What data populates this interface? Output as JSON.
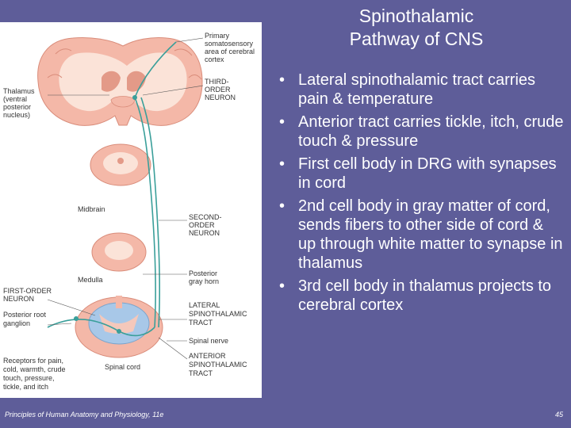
{
  "slide": {
    "title_line1": "Spinothalamic",
    "title_line2": "Pathway of CNS",
    "bullets": [
      "Lateral spinothalamic tract carries pain & temperature",
      "Anterior tract carries tickle, itch, crude touch & pressure",
      "First cell body in DRG with synapses in cord",
      "2nd cell body in gray matter of cord, sends fibers to other side of cord & up through white matter to synapse in thalamus",
      "3rd cell body in thalamus projects to cerebral cortex"
    ],
    "bullet_glyph": "•",
    "footer_left": "Principles of Human Anatomy and Physiology, 11e",
    "footer_right": "45"
  },
  "figure": {
    "labels": {
      "primary_1": "Primary",
      "primary_2": "somatosensory",
      "primary_3": "area of cerebral",
      "primary_4": "cortex",
      "thalamus_1": "Thalamus",
      "thalamus_2": "(ventral",
      "thalamus_3": "posterior",
      "thalamus_4": "nucleus)",
      "third_1": "THIRD-",
      "third_2": "ORDER",
      "third_3": "NEURON",
      "midbrain": "Midbrain",
      "second_1": "SECOND-",
      "second_2": "ORDER",
      "second_3": "NEURON",
      "medulla": "Medulla",
      "post_gray_1": "Posterior",
      "post_gray_2": "gray horn",
      "first_1": "FIRST-ORDER",
      "first_2": "NEURON",
      "lateral_1": "LATERAL",
      "lateral_2": "SPINOTHALAMIC",
      "lateral_3": "TRACT",
      "post_root_1": "Posterior root",
      "post_root_2": "ganglion",
      "spinal_nerve": "Spinal nerve",
      "receptors_1": "Receptors for pain,",
      "receptors_2": "cold, warmth, crude",
      "receptors_3": "touch, pressure,",
      "receptors_4": "tickle, and itch",
      "spinal_cord": "Spinal cord",
      "anterior_1": "ANTERIOR",
      "anterior_2": "SPINOTHALAMIC",
      "anterior_3": "TRACT"
    }
  },
  "colors": {
    "background": "#5e5d99",
    "text": "#ffffff",
    "tissue": "#f4b8a8",
    "tissue_dark": "#e39a88",
    "white_matter": "#fbe3d8",
    "pathway": "#3a9f9a",
    "cord_blue": "#a8c8e8"
  }
}
